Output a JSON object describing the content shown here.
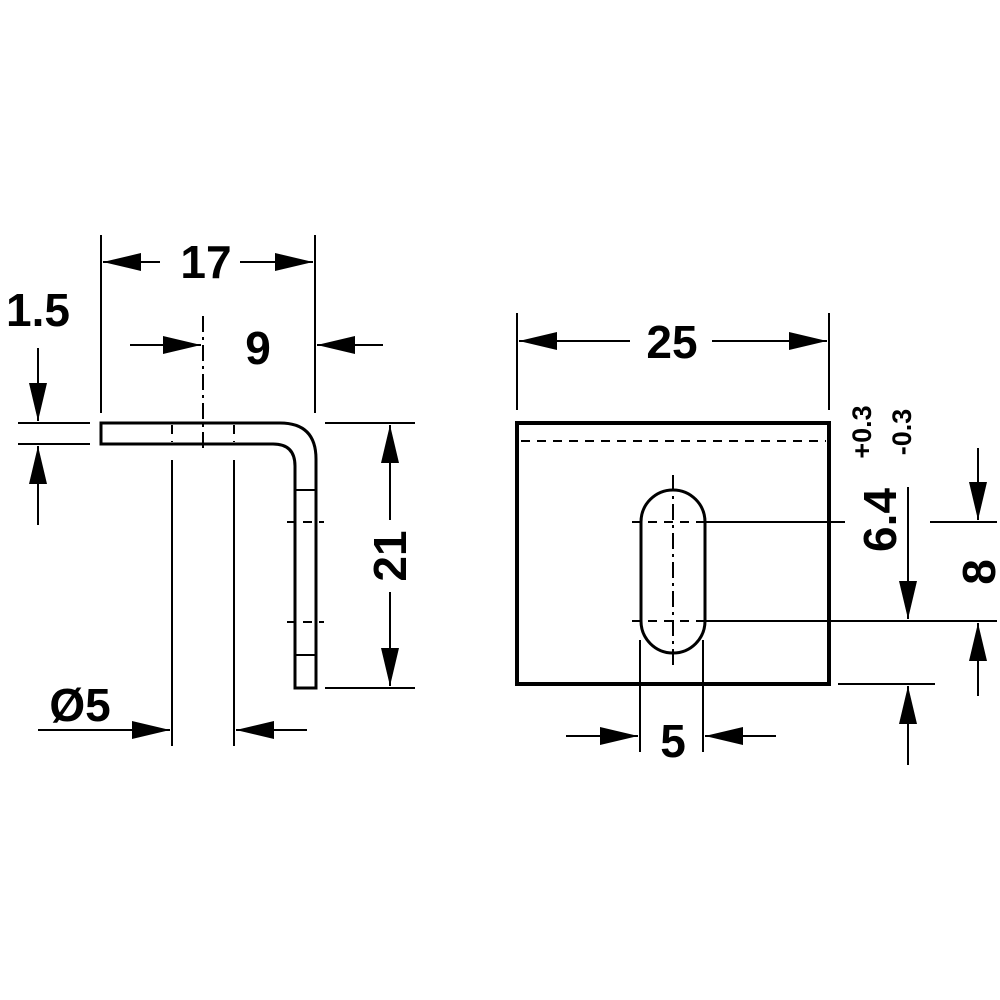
{
  "side_view": {
    "width_total": "17",
    "hole_offset": "9",
    "thickness": "1.5",
    "height": "21",
    "hole_diameter": "Ø5"
  },
  "front_view": {
    "width": "25",
    "slot_width": "5",
    "slot_position": "6.4",
    "tolerance_plus": "+0.3",
    "tolerance_minus": "-0.3",
    "slot_length": "8"
  },
  "colors": {
    "line": "#000000",
    "background": "#ffffff"
  }
}
